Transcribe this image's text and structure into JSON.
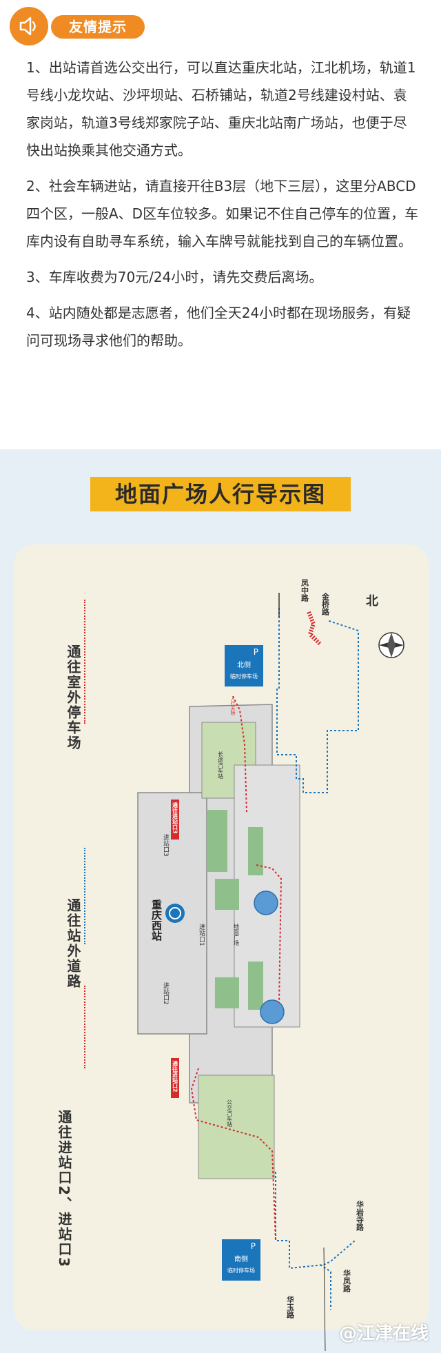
{
  "header": {
    "label": "友情提示"
  },
  "tips": [
    "1、出站请首选公交出行，可以直达重庆北站，江北机场，轨道1号线小龙坎站、沙坪坝站、石桥铺站，轨道2号线建设村站、袁家岗站，轨道3号线郑家院子站、重庆北站南广场站，也便于尽快出站换乘其他交通方式。",
    "2、社会车辆进站，请直接开往B3层（地下三层），这里分ABCD四个区，一般A、D区车位较多。如果记不住自己停车的位置，车库内设有自助寻车系统，输入车牌号就能找到自己的车辆位置。",
    "3、车库收费为70元/24小时，请先交费后离场。",
    "4、站内随处都是志愿者，他们全天24小时都在现场服务，有疑问可现场寻求他们的帮助。"
  ],
  "map": {
    "title": "地面广场人行导示图",
    "legend": [
      {
        "label": "通往室外停车场",
        "style": "red-dotted"
      },
      {
        "label": "通往站外道路",
        "style": "blue-dotted"
      },
      {
        "label": "通往进站口2、进站口3",
        "style": "red-dotted"
      }
    ],
    "compass_label": "北",
    "roads": {
      "fengzhong": "凤中路",
      "jinqiao": "金桥路",
      "huayan_temple": "华岩寺路",
      "huafeng": "华凤路",
      "huayu": "华玉路"
    },
    "parking_north": {
      "letter": "P",
      "label1": "北侧",
      "label2": "临时停车场"
    },
    "parking_south": {
      "letter": "P",
      "label1": "南侧",
      "label2": "临时停车场"
    },
    "station": "重庆西站",
    "entrances": {
      "e1": "进站口1",
      "e2": "进站口2",
      "e3": "进站口3",
      "e3_box": "通往进站口3",
      "e2_box": "通往进站口2"
    },
    "long_bus": "长途汽车站",
    "city_bus": "公交汽车站",
    "plaza": "地面广场",
    "crossing": "人行天桥"
  },
  "watermark": "@江津在线",
  "colors": {
    "accent": "#f08a22",
    "title_bg": "#f3b31a",
    "map_bg": "#e6eff6",
    "panel_bg": "#f4f1e3",
    "parking_blue": "#1b75bb",
    "red_box": "#d42b2b"
  }
}
